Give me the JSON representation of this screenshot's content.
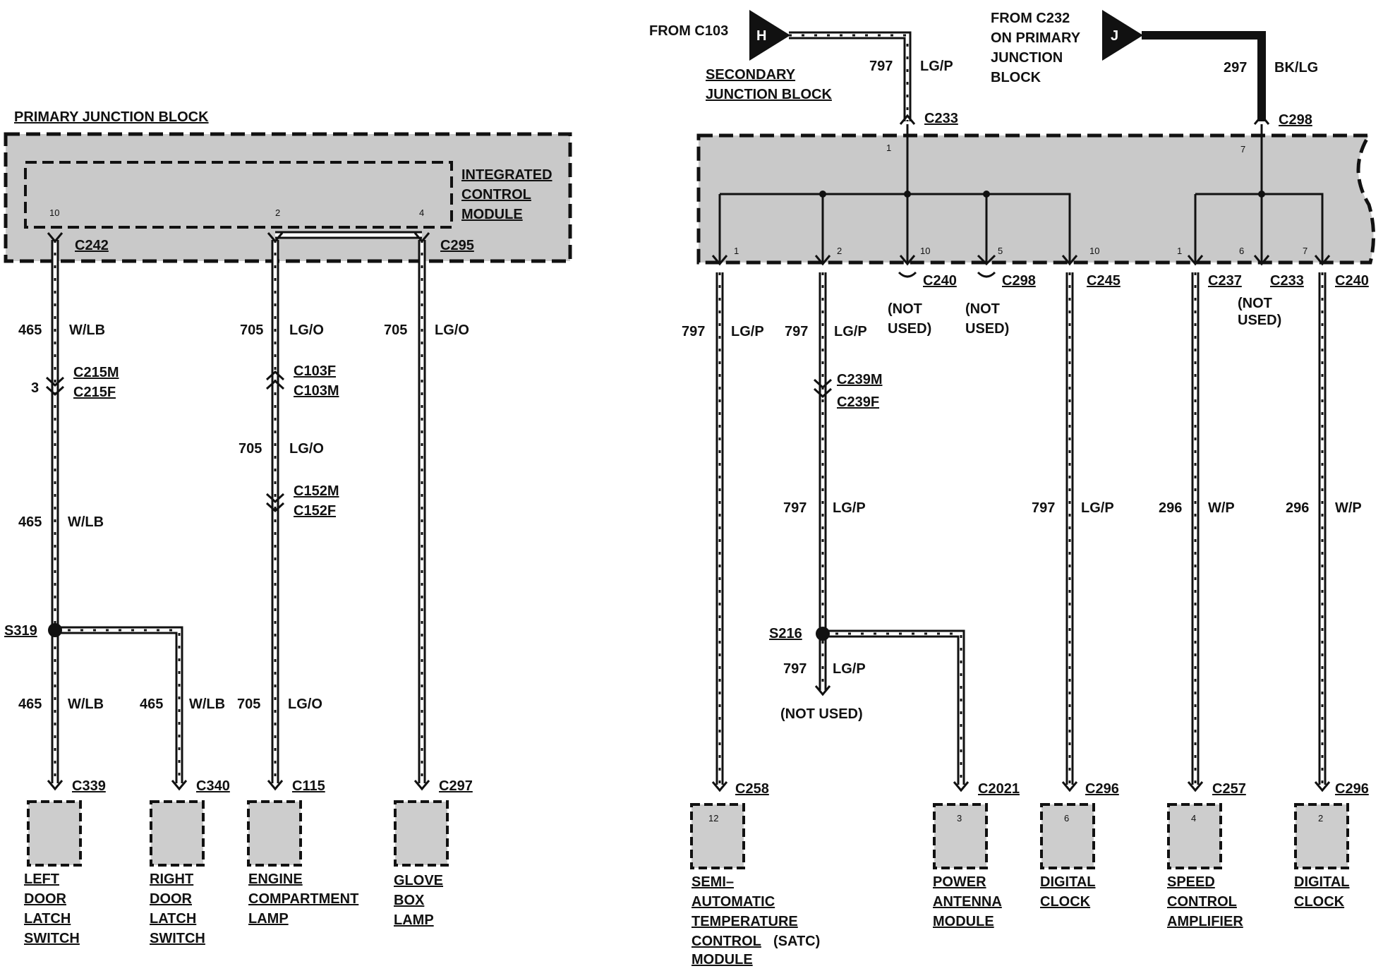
{
  "left": {
    "block_title": "PRIMARY JUNCTION BLOCK",
    "module_name": [
      "INTEGRATED",
      "CONTROL",
      "MODULE"
    ],
    "pins": [
      "10",
      "2",
      "4"
    ],
    "connectors": [
      "C242",
      "C295"
    ],
    "circuits": [
      {
        "num": "465",
        "color": "W/LB"
      },
      {
        "num": "705",
        "color": "LG/O"
      }
    ],
    "inline": {
      "c215m": "C215M",
      "c215f": "C215F",
      "c215_pin": "3",
      "c103f": "C103F",
      "c103m": "C103M",
      "c152m": "C152M",
      "c152f": "C152F"
    },
    "splice": "S319",
    "components": [
      {
        "connector": "C339",
        "name": [
          "LEFT",
          "DOOR",
          "LATCH",
          "SWITCH"
        ]
      },
      {
        "connector": "C340",
        "name": [
          "RIGHT",
          "DOOR",
          "LATCH",
          "SWITCH"
        ]
      },
      {
        "connector": "C115",
        "name": [
          "ENGINE",
          "COMPARTMENT",
          "LAMP"
        ]
      },
      {
        "connector": "C297",
        "name": [
          "GLOVE",
          "BOX",
          "LAMP"
        ]
      }
    ]
  },
  "right": {
    "from_h": {
      "text": "FROM C103",
      "letter": "H",
      "block": [
        "SECONDARY",
        "JUNCTION BLOCK"
      ]
    },
    "from_j": {
      "text": [
        "FROM C232",
        "ON PRIMARY",
        "JUNCTION",
        "BLOCK"
      ],
      "letter": "J"
    },
    "input_circuits": [
      {
        "num": "797",
        "color": "LG/P",
        "connector": "C233",
        "pin": "1"
      },
      {
        "num": "297",
        "color": "BK/LG",
        "connector": "C298",
        "pin": "7"
      }
    ],
    "bottom_pins": [
      "1",
      "2",
      "10",
      "5",
      "10",
      "1",
      "6",
      "7"
    ],
    "bottom_connectors": [
      "C240",
      "C298",
      "C245",
      "C237",
      "C233",
      "C240"
    ],
    "not_used": [
      "(NOT",
      "USED)"
    ],
    "not_used_single": "(NOT USED)",
    "circuits": [
      {
        "num": "797",
        "color": "LG/P"
      },
      {
        "num": "296",
        "color": "W/P"
      }
    ],
    "inline": {
      "c239m": "C239M",
      "c239f": "C239F"
    },
    "splice": "S216",
    "components": [
      {
        "connector": "C258",
        "pin": "12",
        "name": [
          "SEMI–",
          "AUTOMATIC",
          "TEMPERATURE",
          "CONTROL",
          "MODULE"
        ],
        "name_suffix": "(SATC)"
      },
      {
        "connector": "C2021",
        "pin": "3",
        "name": [
          "POWER",
          "ANTENNA",
          "MODULE"
        ]
      },
      {
        "connector": "C296",
        "pin": "6",
        "name": [
          "DIGITAL",
          "CLOCK"
        ]
      },
      {
        "connector": "C257",
        "pin": "4",
        "name": [
          "SPEED",
          "CONTROL",
          "AMPLIFIER"
        ]
      },
      {
        "connector": "C296",
        "pin": "2",
        "name": [
          "DIGITAL",
          "CLOCK"
        ]
      }
    ]
  }
}
